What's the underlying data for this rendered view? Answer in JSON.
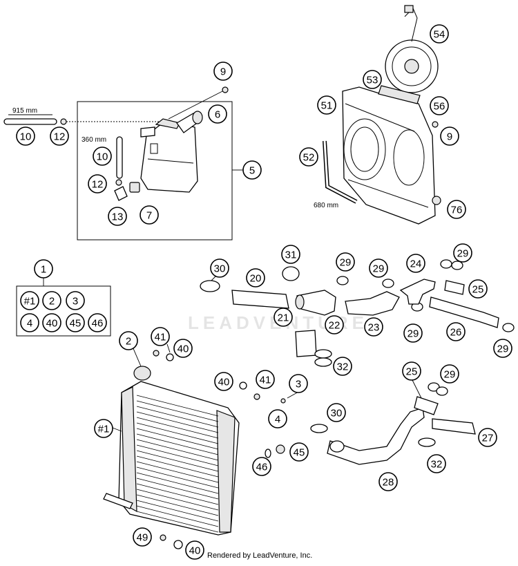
{
  "callouts": {
    "c9a": "9",
    "c6": "6",
    "c10a": "10",
    "c12a": "12",
    "c10b": "10",
    "c12b": "12",
    "c13": "13",
    "c7": "7",
    "c5": "5",
    "c54": "54",
    "c53": "53",
    "c51": "51",
    "c56": "56",
    "c9b": "9",
    "c52": "52",
    "c76": "76",
    "c1": "1",
    "k1": "#1",
    "k2": "2",
    "k3": "3",
    "k4": "4",
    "k40": "40",
    "k45": "45",
    "k46": "46",
    "c30a": "30",
    "c31": "31",
    "c20": "20",
    "c29a": "29",
    "c29b": "29",
    "c24": "24",
    "c29c": "29",
    "c25a": "25",
    "c22": "22",
    "c23": "23",
    "c21": "21",
    "c29d": "29",
    "c26": "26",
    "c29e": "29",
    "c32a": "32",
    "c2": "2",
    "c41a": "41",
    "c40a": "40",
    "c40b": "40",
    "c41b": "41",
    "c3": "3",
    "c4": "4",
    "c1r": "#1",
    "c25b": "25",
    "c29f": "29",
    "c30b": "30",
    "c27": "27",
    "c45": "45",
    "c46": "46",
    "c32b": "32",
    "c28": "28",
    "c49": "49",
    "c40c": "40"
  },
  "dimensions": {
    "hose_long": "915 mm",
    "hose_short": "360 mm",
    "hose_side": "680 mm"
  },
  "footer": "Rendered by LeadVenture, Inc.",
  "watermark": "LEADVENTURE"
}
